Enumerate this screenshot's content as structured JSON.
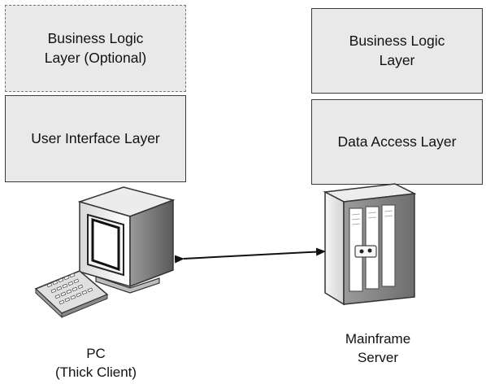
{
  "client": {
    "business_logic_layer": "Business Logic\nLayer (Optional)",
    "ui_layer": "User Interface Layer",
    "device_label": "PC\n(Thick Client)"
  },
  "server": {
    "business_logic_layer": "Business Logic\nLayer",
    "data_access_layer": "Data Access Layer",
    "device_label": "Mainframe\nServer"
  },
  "icons": {
    "client_device": "desktop-pc-icon",
    "keyboard": "keyboard-icon",
    "server_device": "mainframe-server-icon",
    "connection": "double-headed-arrow"
  }
}
